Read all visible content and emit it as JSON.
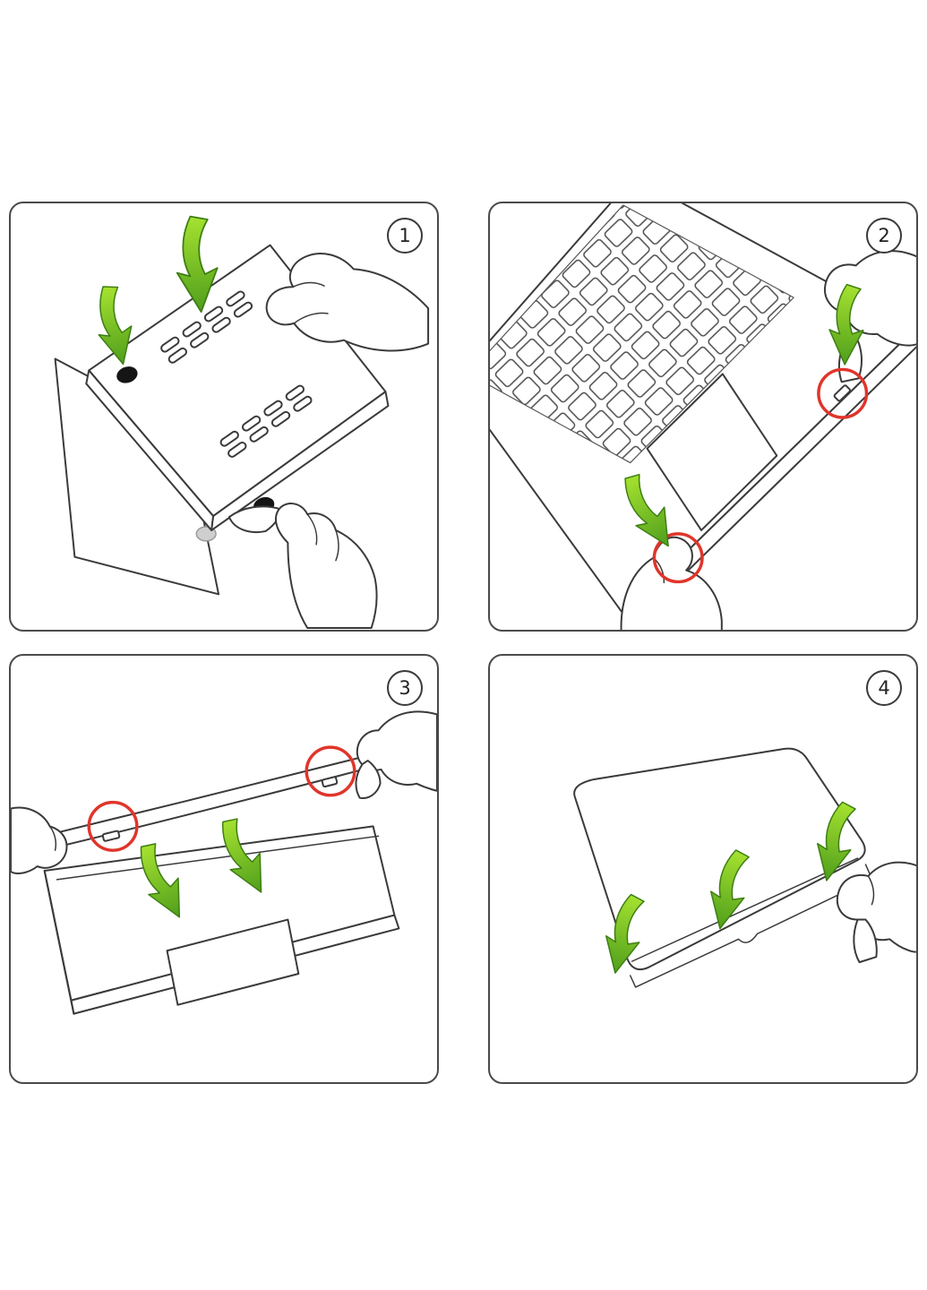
{
  "colors": {
    "line": "#3a3a3a",
    "highlight_red": "#e0352b",
    "arrow_green_light": "#a6e230",
    "arrow_green_dark": "#4f9e1c"
  },
  "icons": {
    "green_arrow": "press-direction-arrow",
    "red_circle": "clip-location-highlight"
  },
  "panels": [
    {
      "number": "1"
    },
    {
      "number": "2"
    },
    {
      "number": "3"
    },
    {
      "number": "4"
    }
  ]
}
